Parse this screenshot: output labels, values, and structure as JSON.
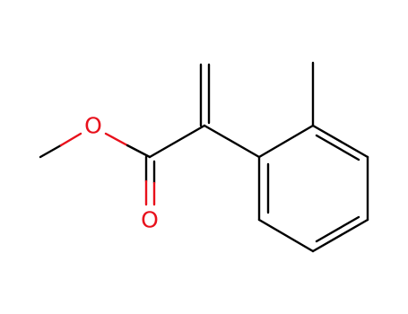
{
  "structure": {
    "atoms": [
      {
        "id": "O_ester",
        "symbol": "O",
        "color": "#e8101b"
      },
      {
        "id": "O_carbonyl",
        "symbol": "O",
        "color": "#e8101b"
      }
    ],
    "colors": {
      "carbon_bond": "#000000",
      "oxygen": "#e8101b",
      "background": "#ffffff"
    }
  }
}
